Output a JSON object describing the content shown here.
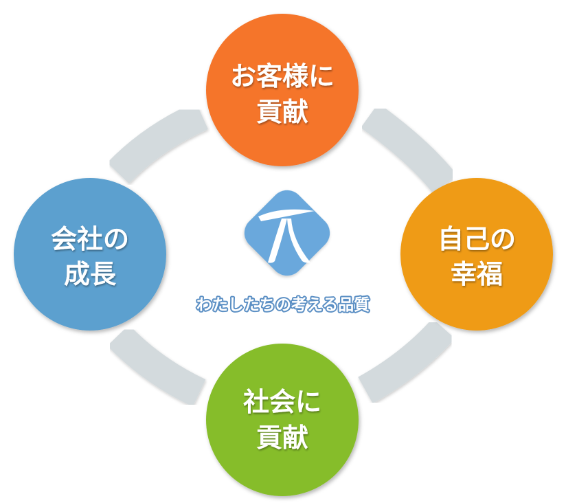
{
  "center": {
    "caption": "わたしたちの考える品質",
    "logo_icon": "company-logo-icon"
  },
  "nodes": {
    "top": {
      "line1": "お客様に",
      "line2": "貢献"
    },
    "right": {
      "line1": "自己の",
      "line2": "幸福"
    },
    "bottom": {
      "line1": "社会に",
      "line2": "貢献"
    },
    "left": {
      "line1": "会社の",
      "line2": "成長"
    }
  },
  "colors": {
    "top": "#f5752b",
    "right": "#ef9b12",
    "bottom": "#86bd2a",
    "left": "#5ca0cf",
    "connector": "#d3dadd",
    "logo": "#6aa8dc",
    "caption_outline": "#5b8fc4"
  }
}
